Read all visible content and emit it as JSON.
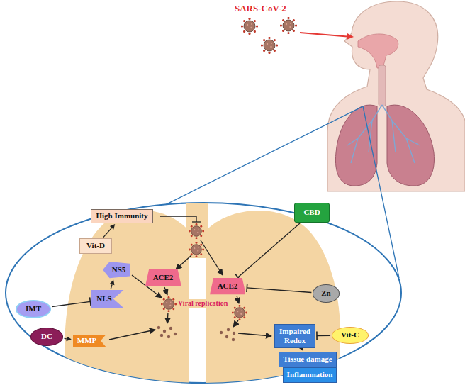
{
  "diagram": {
    "nodes": [
      {
        "text": [
          "High Immunity"
        ]
      },
      {
        "text": [
          "CBD"
        ]
      },
      {
        "text": [
          "Vit-D"
        ]
      },
      {
        "text": [
          "ACE2"
        ]
      },
      {
        "text": [
          "NS5"
        ]
      },
      {
        "text": [
          "ACE2"
        ]
      },
      {
        "text": [
          "Zn"
        ]
      },
      {
        "text": [
          "IMT"
        ]
      },
      {
        "text": [
          "NLS"
        ]
      },
      {
        "text": [
          "Impaired Redox"
        ]
      },
      {
        "text": [
          "Vit-C"
        ]
      },
      {
        "text": [
          "DC"
        ]
      },
      {
        "text": [
          "MMP"
        ]
      },
      {
        "text": [
          "Tissue damage"
        ]
      },
      {
        "text": [
          "Inflammation"
        ]
      }
    ],
    "edges": [
      {
        "from": 2,
        "to": 0,
        "arrow": "to"
      },
      {
        "from": 1,
        "to": 5,
        "arrow": "to"
      },
      {
        "from": 6,
        "to": 5,
        "arrow": "to"
      },
      {
        "from": 7,
        "to": 8,
        "arrow": "to"
      },
      {
        "from": 8,
        "to": 4,
        "arrow": "to"
      },
      {
        "from": 11,
        "to": 12,
        "arrow": "to"
      },
      {
        "from": 10,
        "to": 9,
        "arrow": "to"
      },
      {
        "from": 9,
        "to": 13,
        "arrow": "to"
      },
      {
        "from": 13,
        "to": 14,
        "arrow": "to"
      }
    ],
    "labels": [
      "SARS-CoV-2",
      "Viral replication"
    ]
  }
}
